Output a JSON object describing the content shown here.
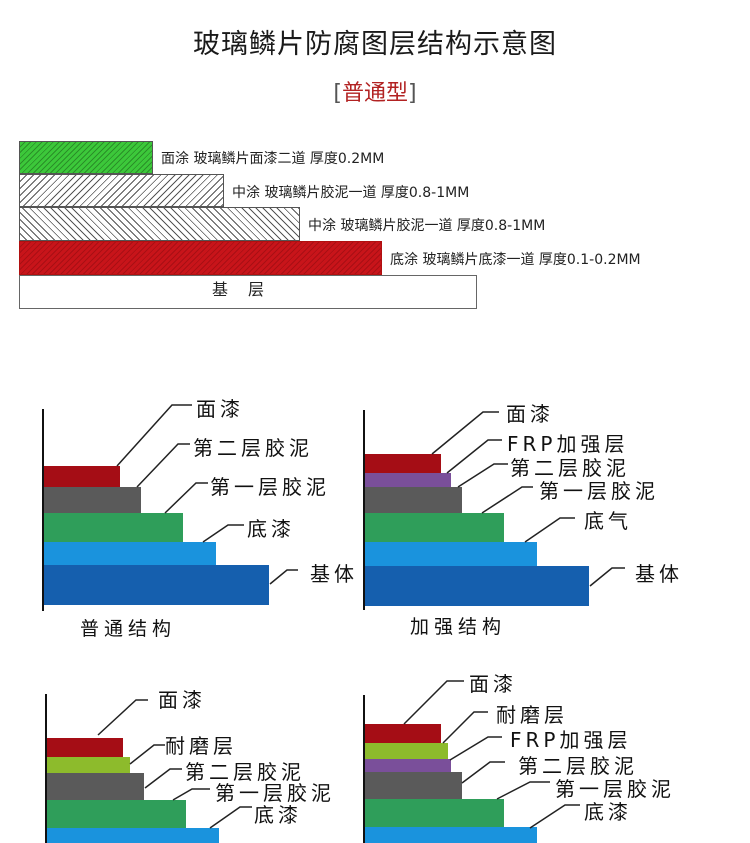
{
  "header": {
    "title": "玻璃鳞片防腐图层结构示意图",
    "subtitle_open": "[",
    "subtitle": "普通型",
    "subtitle_close": "]"
  },
  "standard_stack": {
    "layers": [
      {
        "name": "面涂",
        "desc": "玻璃鳞片面漆二道",
        "thickness": "厚度0.2MM",
        "label": "面涂  玻璃鳞片面漆二道  厚度0.2MM",
        "fill": "green-hatch",
        "color": "#3cc83a"
      },
      {
        "name": "中涂",
        "desc": "玻璃鳞片胶泥一道",
        "thickness": "厚度0.8-1MM",
        "label": "中涂  玻璃鳞片胶泥一道  厚度0.8-1MM",
        "fill": "hatch",
        "color": "#ffffff"
      },
      {
        "name": "中涂",
        "desc": "玻璃鳞片胶泥一道",
        "thickness": "厚度0.8-1MM",
        "label": "中涂  玻璃鳞片胶泥一道  厚度0.8-1MM",
        "fill": "hatch",
        "color": "#ffffff"
      },
      {
        "name": "底涂",
        "desc": "玻璃鳞片底漆一道",
        "thickness": "厚度0.1-0.2MM",
        "label": "底涂  玻璃鳞片底漆一道  厚度0.1-0.2MM",
        "fill": "red-hatch",
        "color": "#c8141a"
      }
    ],
    "base_label": "基层"
  },
  "colors": {
    "top_coat": "#a50d15",
    "wear_layer": "#8dbb2c",
    "frp_layer": "#7a4f9a",
    "putty_2": "#5a5a5a",
    "putty_1": "#2f9e5a",
    "primer": "#1a93dd",
    "substrate": "#155fae"
  },
  "panels": [
    {
      "title": "普通结构",
      "layers": [
        "面漆",
        "第二层胶泥",
        "第一层胶泥",
        "底漆",
        "基体"
      ]
    },
    {
      "title": "加强结构",
      "layers": [
        "面漆",
        "FRP加强层",
        "第二层胶泥",
        "第一层胶泥",
        "底气",
        "基体"
      ]
    },
    {
      "title": "",
      "layers": [
        "面漆",
        "耐磨层",
        "第二层胶泥",
        "第一层胶泥",
        "底漆"
      ]
    },
    {
      "title": "",
      "layers": [
        "面漆",
        "耐磨层",
        "FRP加强层",
        "第二层胶泥",
        "第一层胶泥",
        "底漆"
      ]
    }
  ]
}
